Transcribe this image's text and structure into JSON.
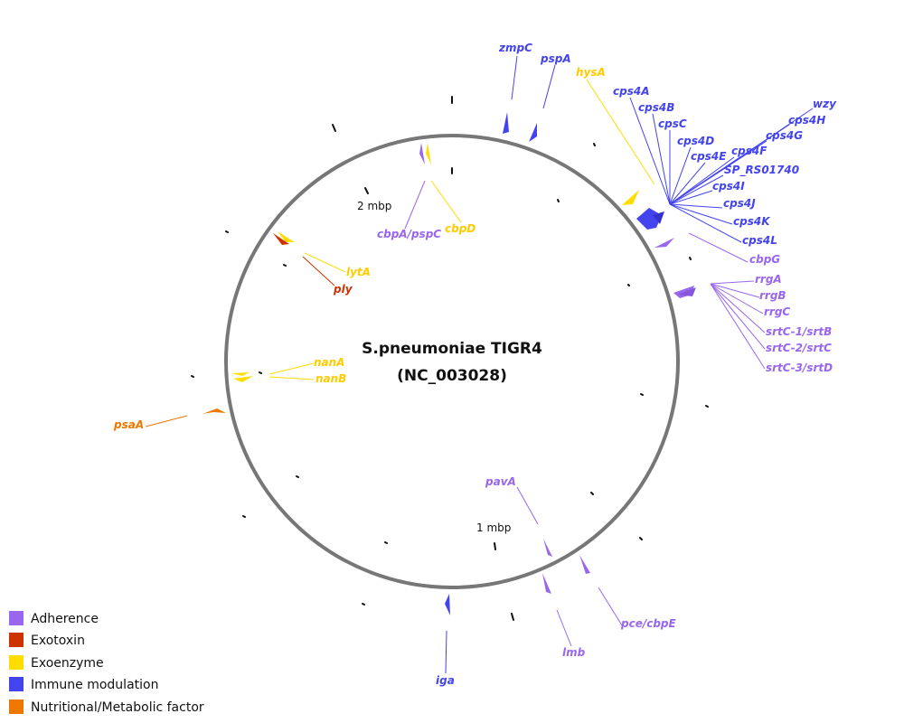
{
  "title": {
    "line1": "S.pneumoniae TIGR4",
    "line2": "(NC_003028)"
  },
  "scale_labels": {
    "one_mbp": "1 mbp",
    "two_mbp": "2 mbp"
  },
  "colors": {
    "adherence": "#9966ee",
    "exotoxin": "#cc3300",
    "exoenzyme": "#ffdd00",
    "immune_modulation": "#4444ee",
    "nutritional": "#ee7700",
    "ring": "#777777"
  },
  "legend": [
    {
      "label": "Adherence",
      "category": "adherence"
    },
    {
      "label": "Exotoxin",
      "category": "exotoxin"
    },
    {
      "label": "Exoenzyme",
      "category": "exoenzyme"
    },
    {
      "label": "Immune modulation",
      "category": "immune_modulation"
    },
    {
      "label": "Nutritional/Metabolic factor",
      "category": "nutritional"
    }
  ],
  "genes": [
    {
      "name": "zmpC",
      "category": "immune_modulation"
    },
    {
      "name": "pspA",
      "category": "immune_modulation"
    },
    {
      "name": "hysA",
      "category": "exoenzyme"
    },
    {
      "name": "cps4A",
      "category": "immune_modulation"
    },
    {
      "name": "cps4B",
      "category": "immune_modulation"
    },
    {
      "name": "cpsC",
      "category": "immune_modulation"
    },
    {
      "name": "cps4D",
      "category": "immune_modulation"
    },
    {
      "name": "cps4E",
      "category": "immune_modulation"
    },
    {
      "name": "cps4F",
      "category": "immune_modulation"
    },
    {
      "name": "SP_RS01740",
      "category": "immune_modulation"
    },
    {
      "name": "cps4I",
      "category": "immune_modulation"
    },
    {
      "name": "cps4J",
      "category": "immune_modulation"
    },
    {
      "name": "cps4K",
      "category": "immune_modulation"
    },
    {
      "name": "cps4L",
      "category": "immune_modulation"
    },
    {
      "name": "wzy",
      "category": "immune_modulation"
    },
    {
      "name": "cps4H",
      "category": "immune_modulation"
    },
    {
      "name": "cps4G",
      "category": "immune_modulation"
    },
    {
      "name": "cbpG",
      "category": "adherence"
    },
    {
      "name": "rrgA",
      "category": "adherence"
    },
    {
      "name": "rrgB",
      "category": "adherence"
    },
    {
      "name": "rrgC",
      "category": "adherence"
    },
    {
      "name": "srtC-1/srtB",
      "category": "adherence"
    },
    {
      "name": "srtC-2/srtC",
      "category": "adherence"
    },
    {
      "name": "srtC-3/srtD",
      "category": "adherence"
    },
    {
      "name": "pavA",
      "category": "adherence"
    },
    {
      "name": "pce/cbpE",
      "category": "adherence"
    },
    {
      "name": "lmb",
      "category": "adherence"
    },
    {
      "name": "iga",
      "category": "immune_modulation"
    },
    {
      "name": "psaA",
      "category": "nutritional"
    },
    {
      "name": "nanA",
      "category": "exoenzyme"
    },
    {
      "name": "nanB",
      "category": "exoenzyme"
    },
    {
      "name": "lytA",
      "category": "exoenzyme"
    },
    {
      "name": "ply",
      "category": "exotoxin"
    },
    {
      "name": "cbpA/pspC",
      "category": "adherence"
    },
    {
      "name": "cbpD",
      "category": "exoenzyme"
    }
  ]
}
